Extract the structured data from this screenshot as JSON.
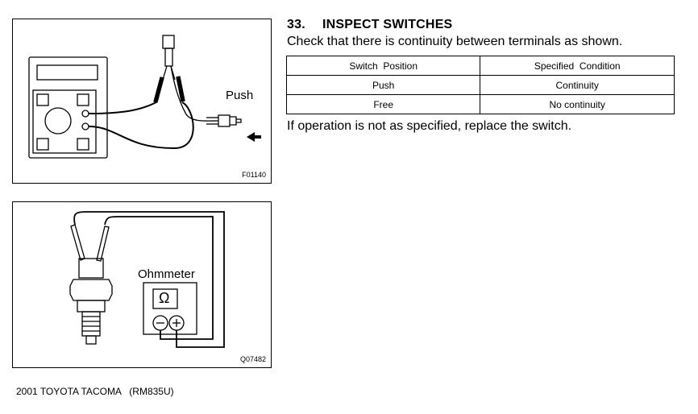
{
  "section": {
    "number": "33.",
    "title": "INSPECT SWITCHES",
    "instruction": "Check that there is continuity between terminals as shown.",
    "note": "If operation is not as specified, replace the switch."
  },
  "table": {
    "headers": [
      "Switch  Position",
      "Specified  Condition"
    ],
    "rows": [
      [
        "Push",
        "Continuity"
      ],
      [
        "Free",
        "No continuity"
      ]
    ]
  },
  "figure1": {
    "code": "F01140",
    "label": "Push"
  },
  "figure2": {
    "code": "Q07482",
    "label": "Ohmmeter",
    "symbol": "Ω"
  },
  "footer": {
    "text": "2001 TOYOTA TACOMA   (RM835U)"
  }
}
